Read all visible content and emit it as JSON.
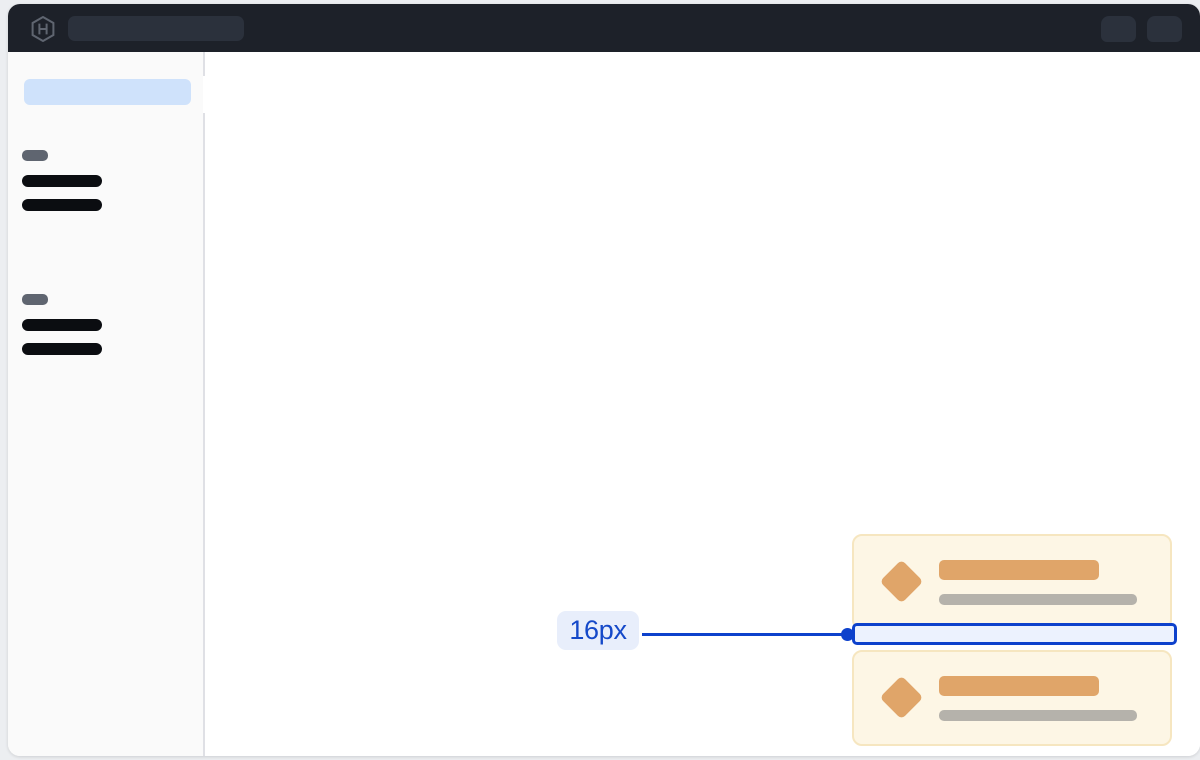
{
  "app": {
    "window_title": "",
    "background_color": "#eceef1",
    "surface_color": "#ffffff"
  },
  "topbar": {
    "background_color": "#1d2129",
    "logo_icon": "hashicorp-hexagon-logo",
    "search": {
      "value": "",
      "placeholder": "",
      "state": "skeleton-placeholder"
    },
    "actions": [
      {
        "name": "header-action-one",
        "icon": "pill-placeholder"
      },
      {
        "name": "header-action-two",
        "icon": "avatar-placeholder"
      }
    ]
  },
  "sidebar": {
    "background_color": "#fafafa",
    "border_color": "#dfe0e5",
    "highlight": {
      "label": "",
      "fill_color": "#cfe2fb",
      "state": "selected-skeleton"
    },
    "tab_notch": {
      "name": "sidebar-collapse-tab",
      "label": ""
    },
    "groups": [
      {
        "eyebrow": "",
        "eyebrow_color": "#5f6570",
        "items": [
          {
            "label": "",
            "color": "#0b0d11"
          },
          {
            "label": "",
            "color": "#0b0d11"
          }
        ]
      },
      {
        "eyebrow": "",
        "eyebrow_color": "#5f6570",
        "items": [
          {
            "label": "",
            "color": "#0b0d11"
          },
          {
            "label": "",
            "color": "#0b0d11"
          }
        ]
      }
    ]
  },
  "canvas": {
    "background_color": "#ffffff",
    "cards": [
      {
        "name": "content-card-top",
        "fill_color": "#fdf6e5",
        "border_color": "#f6e6c0",
        "icon": "diamond-icon",
        "icon_color": "#e0a569",
        "title_text": "",
        "title_color": "#e0a569",
        "subtitle_text": "",
        "subtitle_color": "#b5b2ab"
      },
      {
        "name": "content-card-bottom",
        "fill_color": "#fdf6e5",
        "border_color": "#f6e6c0",
        "icon": "diamond-icon",
        "icon_color": "#e0a569",
        "title_text": "",
        "title_color": "#e0a569",
        "subtitle_text": "",
        "subtitle_color": "#b5b2ab"
      }
    ]
  },
  "measurement": {
    "label": "16px",
    "value": 16,
    "unit": "px",
    "property": "gap",
    "accent_color": "#0d41cc",
    "badge_background": "#e8eefb",
    "highlight_fill": "#ecf2fe",
    "connector": "leader-line-with-dot"
  }
}
